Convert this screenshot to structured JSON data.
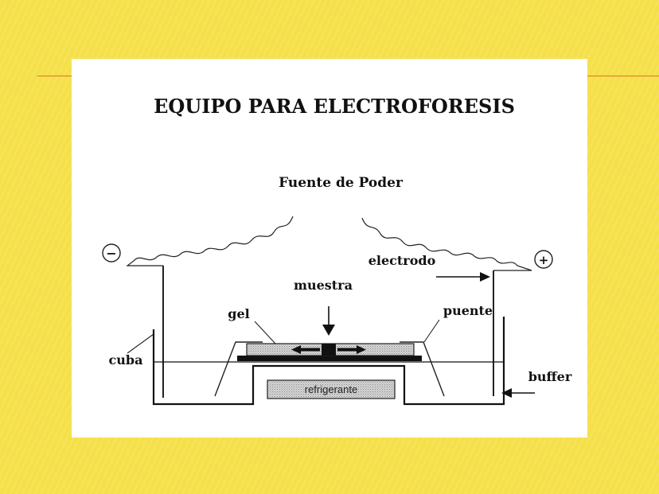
{
  "title": "EQUIPO PARA ELECTROFORESIS",
  "labels": {
    "power": "Fuente de Poder",
    "minus": "−",
    "plus": "+",
    "electrode": "electrodo",
    "sample": "muestra",
    "gel": "gel",
    "bridge": "puente",
    "tank": "cuba",
    "buffer": "buffer",
    "coolant": "refrigerante"
  }
}
